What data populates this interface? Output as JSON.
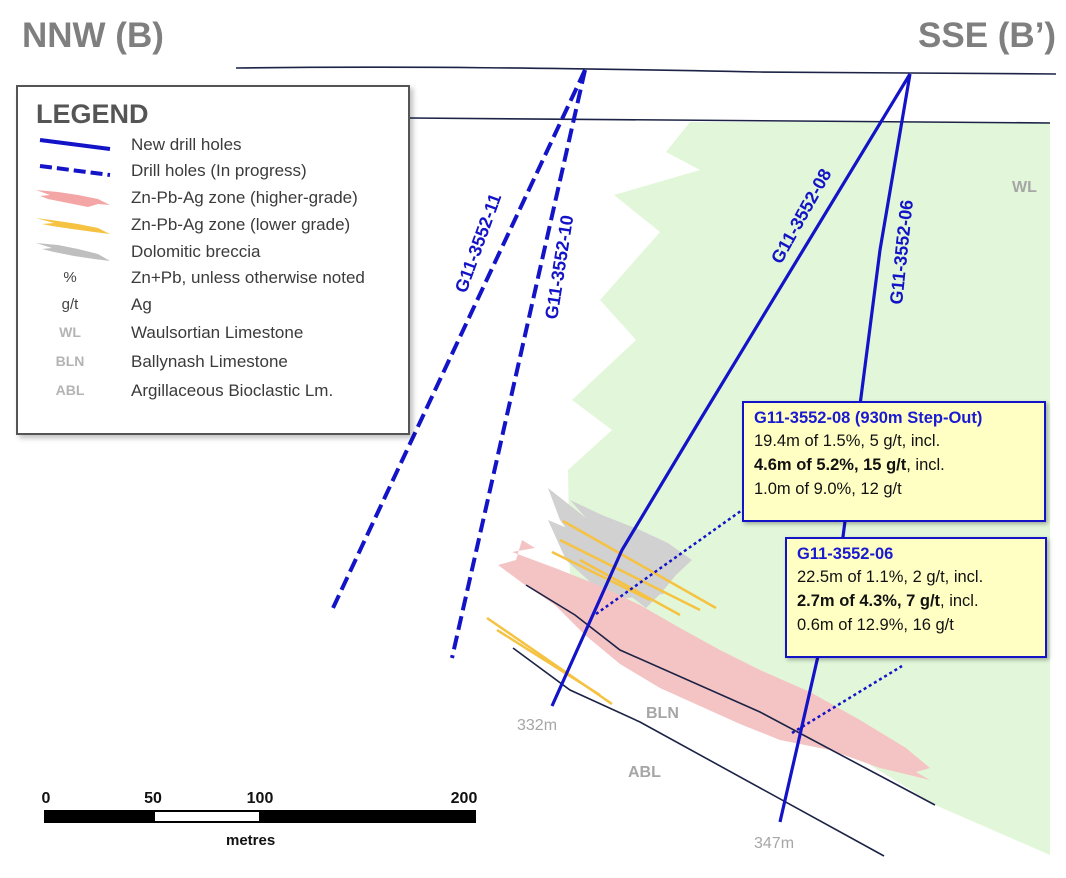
{
  "directions": {
    "left": "NNW (B)",
    "right": "SSE (B’)"
  },
  "legend": {
    "title": "LEGEND",
    "items": [
      {
        "symbol": "solid-blue-line",
        "label": "New drill holes"
      },
      {
        "symbol": "dashed-blue-line",
        "label": "Drill holes (In progress)"
      },
      {
        "symbol": "pink-zone",
        "label": "Zn-Pb-Ag zone (higher-grade)"
      },
      {
        "symbol": "yellow-zone",
        "label": "Zn-Pb-Ag zone (lower grade)"
      },
      {
        "symbol": "gray-zone",
        "label": "Dolomitic breccia"
      },
      {
        "code": "%",
        "label": "Zn+Pb, unless otherwise noted"
      },
      {
        "code": "g/t",
        "label": "Ag"
      },
      {
        "code": "WL",
        "label": "Waulsortian Limestone"
      },
      {
        "code": "BLN",
        "label": "Ballynash Limestone"
      },
      {
        "code": "ABL",
        "label": "Argillaceous Bioclastic Lm."
      }
    ]
  },
  "drill_holes": [
    {
      "id": "G11-3552-11",
      "status": "in progress"
    },
    {
      "id": "G11-3552-10",
      "status": "in progress"
    },
    {
      "id": "G11-3552-08",
      "status": "new",
      "depth": "332m"
    },
    {
      "id": "G11-3552-06",
      "status": "new",
      "depth": "347m"
    }
  ],
  "formations": {
    "wl": "WL",
    "bln": "BLN",
    "abl": "ABL"
  },
  "callouts": {
    "hole08": {
      "title": "G11-3552-08 (930m Step-Out)",
      "lines": [
        "19.4m of 1.5%, 5 g/t, incl.",
        "4.6m of 5.2%, 15 g/t",
        ", incl.",
        "1.0m of 9.0%, 12 g/t"
      ]
    },
    "hole06": {
      "title": "G11-3552-06",
      "lines": [
        "22.5m of 1.1%, 2 g/t, incl.",
        "2.7m of 4.3%, 7 g/t",
        ", incl.",
        "0.6m of 12.9%, 16 g/t"
      ]
    }
  },
  "scale_bar": {
    "ticks": [
      "0",
      "50",
      "100",
      "200"
    ],
    "unit": "metres"
  },
  "colors": {
    "drill_blue": "#1313c8",
    "wl_green": "#e2f7d9",
    "high_grade_pink": "#f4c4c4",
    "low_grade_yellow": "#f5c242",
    "breccia_gray": "#d1d1d1",
    "callout_fill": "#ffffc4",
    "formation_text": "#a6a6a6",
    "contact_line": "#1c2346"
  }
}
